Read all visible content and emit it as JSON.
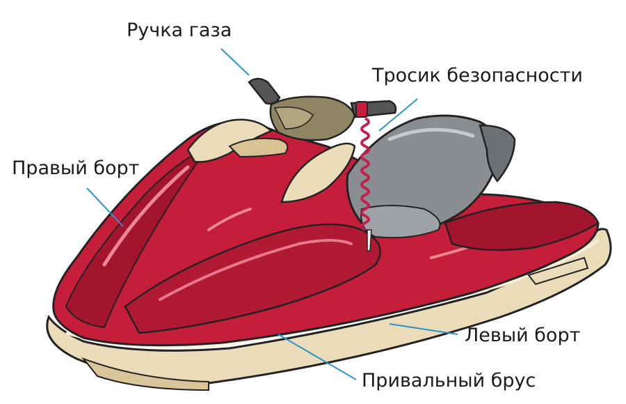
{
  "labels": {
    "throttle": "Ручка газа",
    "lanyard": "Тросик безопасности",
    "right_side": "Правый борт",
    "left_side": "Левый борт",
    "rub_rail": "Привальный брус"
  },
  "colors": {
    "hull_red": "#c41e3a",
    "hull_dark": "#8c0f22",
    "rail_beige": "#eadcb8",
    "seat_gray": "#8a8d92",
    "leader_blue": "#2a93c9",
    "outline": "#222222"
  }
}
